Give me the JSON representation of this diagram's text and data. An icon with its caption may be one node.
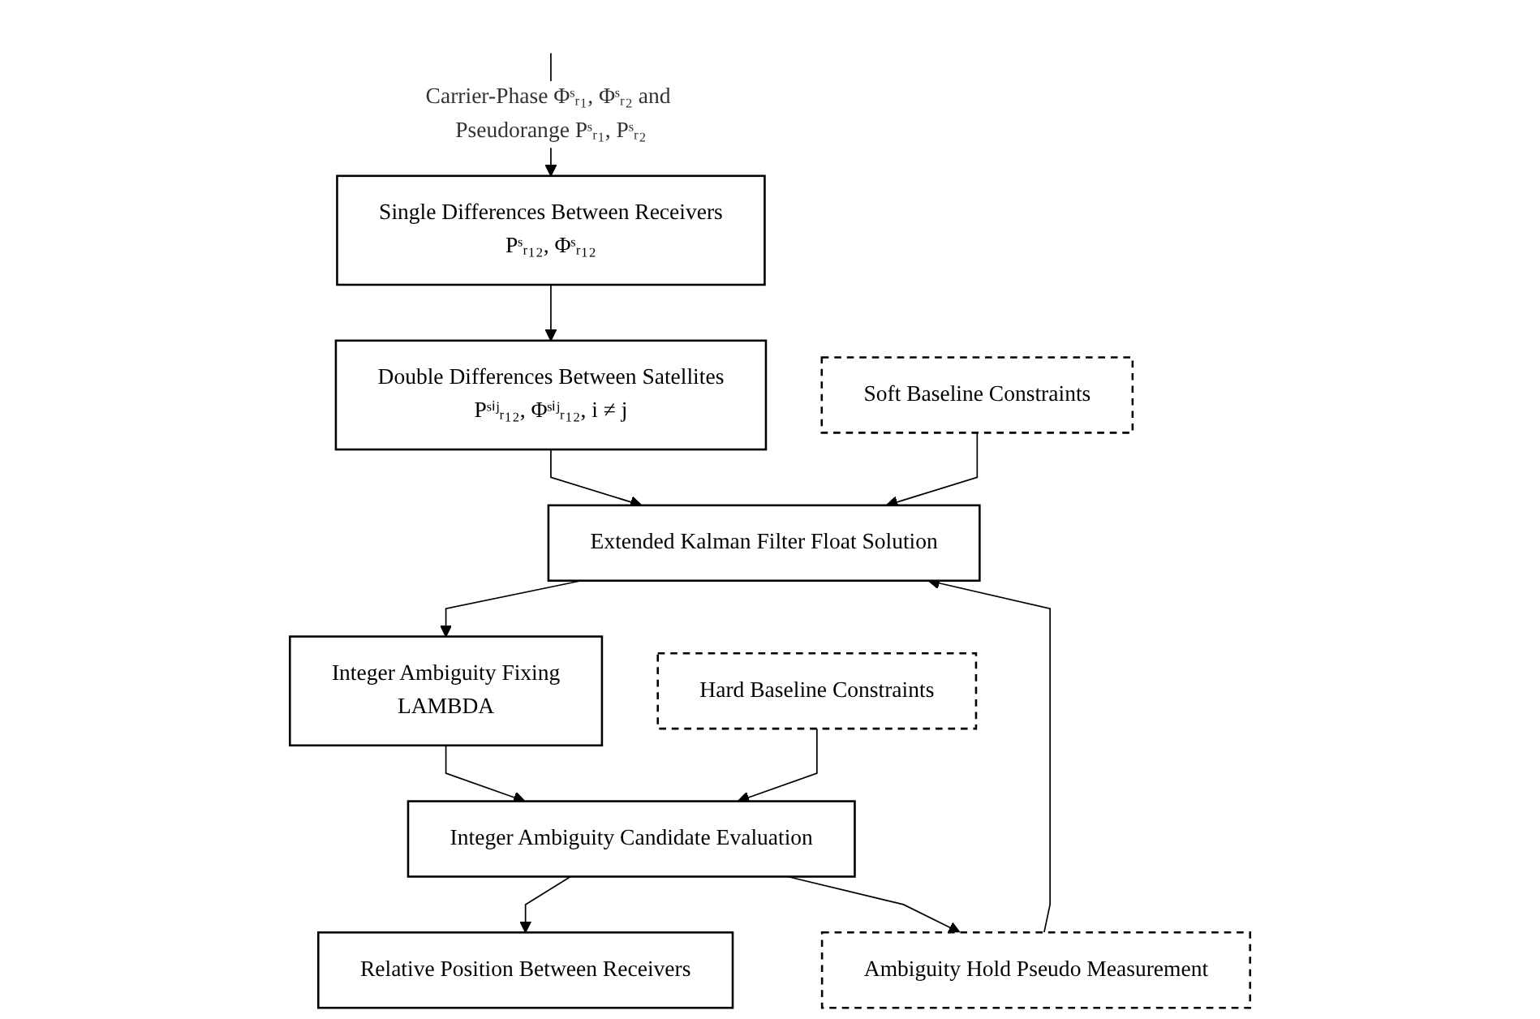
{
  "diagram": {
    "nodes": [
      {
        "text": [
          "Single Differences Between Receivers",
          "Pˢᵣ₁₂, Φˢᵣ₁₂"
        ]
      },
      {
        "text": [
          "Double Differences Between Satellites",
          "Pˢⁱʲᵣ₁₂, Φˢⁱʲᵣ₁₂, i ≠ j"
        ]
      },
      {
        "text": [
          "Extended Kalman Filter Float Solution"
        ]
      },
      {
        "text": [
          "Soft Baseline Constraints"
        ]
      },
      {
        "text": [
          "Ambiguity Hold Pseudo Measurement"
        ]
      },
      {
        "text": [
          "Integer Ambiguity Fixing",
          "LAMBDA"
        ]
      },
      {
        "text": [
          "Integer Ambiguity Candidate Evaluation"
        ]
      },
      {
        "text": [
          "Hard Baseline Constraints"
        ]
      },
      {
        "text": [
          "Relative Position Between Receivers"
        ]
      }
    ],
    "edges": [
      {
        "from": null,
        "to": 0,
        "arrow": "to",
        "label": "Carrier-Phase Φˢᵣ₁, Φˢᵣ₂ and Pseudorange Pˢᵣ₁, Pˢᵣ₂"
      },
      {
        "from": 0,
        "to": 1,
        "arrow": "to"
      },
      {
        "from": 1,
        "to": 2,
        "arrow": "to"
      },
      {
        "from": 2,
        "to": 5,
        "arrow": "to"
      },
      {
        "from": 5,
        "to": 6,
        "arrow": "to"
      },
      {
        "from": 6,
        "to": 8,
        "arrow": "to"
      },
      {
        "from": 3,
        "to": 2,
        "arrow": "to"
      },
      {
        "from": 7,
        "to": 6,
        "arrow": "to"
      },
      {
        "from": 6,
        "to": 4,
        "arrow": "to"
      },
      {
        "from": 4,
        "to": 2,
        "arrow": "to"
      }
    ]
  }
}
